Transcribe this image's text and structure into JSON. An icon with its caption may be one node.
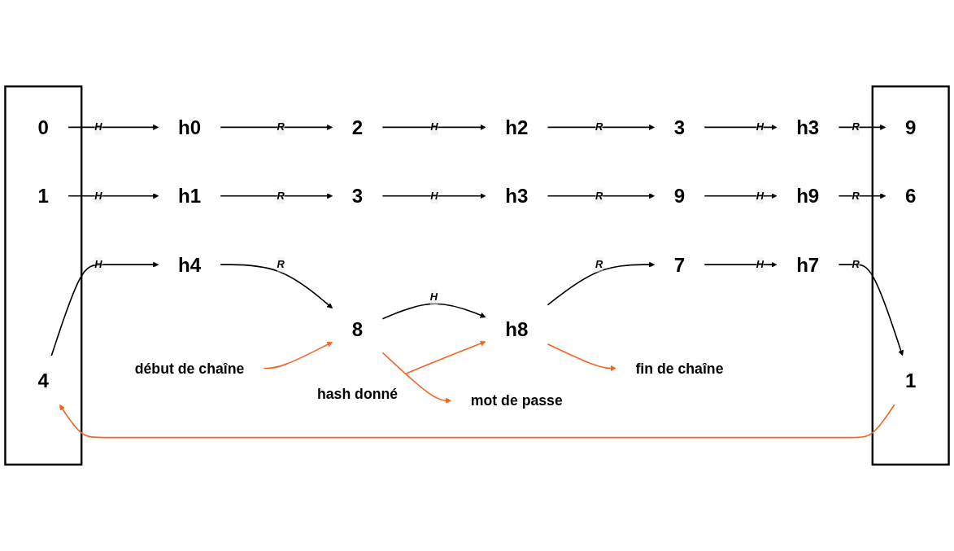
{
  "diagram": {
    "nodes": [
      {
        "text": [],
        "shape": "box"
      },
      {
        "text": [
          "0"
        ],
        "in": 0
      },
      {
        "text": [
          "1"
        ],
        "in": 0
      },
      {
        "text": [
          "4"
        ],
        "in": 0
      },
      {
        "text": [],
        "shape": "box"
      },
      {
        "text": [
          "9"
        ],
        "in": 4
      },
      {
        "text": [
          "6"
        ],
        "in": 4
      },
      {
        "text": [
          "1"
        ],
        "in": 4
      },
      {
        "text": [
          "h0"
        ]
      },
      {
        "text": [
          "2"
        ]
      },
      {
        "text": [
          "h2"
        ]
      },
      {
        "text": [
          "3"
        ]
      },
      {
        "text": [
          "h3"
        ]
      },
      {
        "text": [
          "h1"
        ]
      },
      {
        "text": [
          "3"
        ]
      },
      {
        "text": [
          "h3"
        ]
      },
      {
        "text": [
          "9"
        ]
      },
      {
        "text": [
          "h9"
        ]
      },
      {
        "text": [
          "h4"
        ]
      },
      {
        "text": [
          "8"
        ]
      },
      {
        "text": [
          "h8"
        ]
      },
      {
        "text": [
          "7"
        ]
      },
      {
        "text": [
          "h7"
        ]
      },
      {
        "text": [
          "début de chaîne"
        ]
      },
      {
        "text": [
          "mot de passe"
        ]
      },
      {
        "text": [
          "hash donné"
        ]
      },
      {
        "text": [
          "fin de chaîne"
        ]
      }
    ],
    "edges": [
      {
        "from": 1,
        "to": 8,
        "arrow": "to",
        "label": "H"
      },
      {
        "from": 8,
        "to": 9,
        "arrow": "to",
        "label": "R"
      },
      {
        "from": 9,
        "to": 10,
        "arrow": "to",
        "label": "H"
      },
      {
        "from": 10,
        "to": 11,
        "arrow": "to",
        "label": "R"
      },
      {
        "from": 11,
        "to": 12,
        "arrow": "to",
        "label": "H"
      },
      {
        "from": 12,
        "to": 5,
        "arrow": "to",
        "label": "R"
      },
      {
        "from": 2,
        "to": 13,
        "arrow": "to",
        "label": "H"
      },
      {
        "from": 13,
        "to": 14,
        "arrow": "to",
        "label": "R"
      },
      {
        "from": 14,
        "to": 15,
        "arrow": "to",
        "label": "H"
      },
      {
        "from": 15,
        "to": 16,
        "arrow": "to",
        "label": "R"
      },
      {
        "from": 16,
        "to": 17,
        "arrow": "to",
        "label": "H"
      },
      {
        "from": 17,
        "to": 6,
        "arrow": "to",
        "label": "R"
      },
      {
        "from": 3,
        "to": 18,
        "arrow": "to",
        "label": "H"
      },
      {
        "from": 18,
        "to": 19,
        "arrow": "to",
        "label": "R"
      },
      {
        "from": 19,
        "to": 20,
        "arrow": "to",
        "label": "H"
      },
      {
        "from": 20,
        "to": 21,
        "arrow": "to",
        "label": "R"
      },
      {
        "from": 21,
        "to": 22,
        "arrow": "to",
        "label": "H"
      },
      {
        "from": 22,
        "to": 7,
        "arrow": "to",
        "label": "R"
      },
      {
        "from": 7,
        "to": 3,
        "arrow": "to",
        "color": "#f26522"
      },
      {
        "from": 23,
        "to": 19,
        "arrow": "to",
        "color": "#f26522"
      },
      {
        "from": 19,
        "to": 24,
        "arrow": "to",
        "color": "#f26522"
      },
      {
        "from": 25,
        "to": 20,
        "arrow": "to",
        "color": "#f26522"
      },
      {
        "from": 20,
        "to": 26,
        "arrow": "to",
        "color": "#f26522"
      }
    ]
  }
}
